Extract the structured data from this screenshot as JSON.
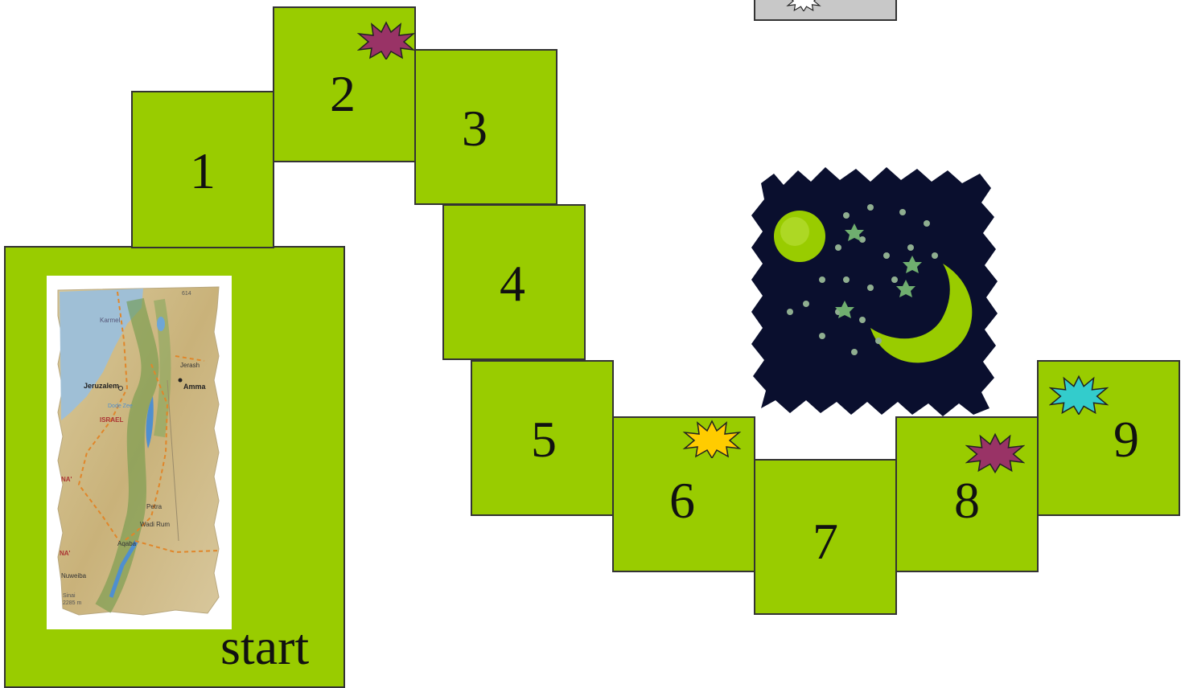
{
  "board": {
    "start_label": "start",
    "squares": [
      "1",
      "2",
      "3",
      "4",
      "5",
      "6",
      "7",
      "8",
      "9"
    ]
  },
  "map": {
    "labels": {
      "karmel": "Karmel",
      "jeruzalem": "Jeruzalem",
      "jerash": "Jerash",
      "amman": "Amma",
      "dode_zee": "Dode Zee",
      "israel": "ISRAEL",
      "petra": "Petra",
      "wadi_rum": "Wadi Rum",
      "aqaba": "Aqaba",
      "nuweiba": "Nuweiba",
      "sinai": "Sinai",
      "elevation": "2285 m",
      "peak": "614",
      "na1": "NA'",
      "na2": "NA'"
    }
  },
  "colors": {
    "square_green": "#99cc00",
    "burst_purple": "#993366",
    "burst_yellow": "#ffcc00",
    "burst_cyan": "#33cccc",
    "night_sky": "#0a0f2e",
    "moon_green": "#99cc00"
  },
  "icons": [
    "star-burst-icon",
    "night-sky-icon",
    "map-icon"
  ]
}
